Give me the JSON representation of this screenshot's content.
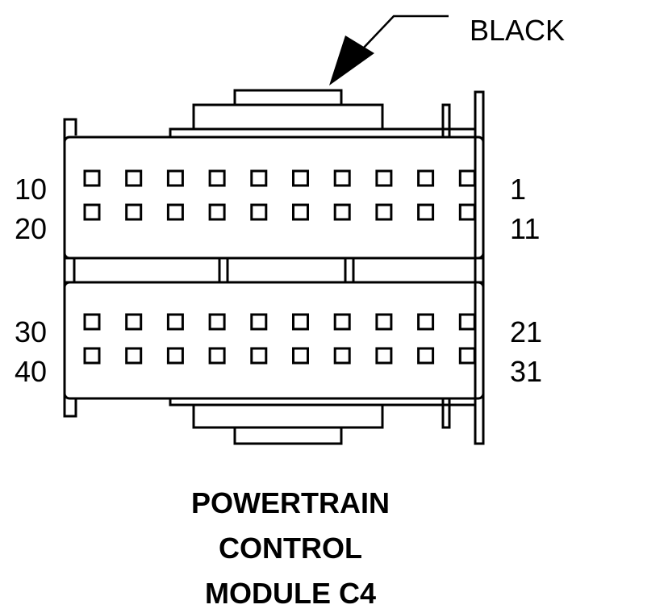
{
  "connector": {
    "color_label": "BLACK",
    "pin_labels": {
      "row1_left": "10",
      "row1_right": "1",
      "row2_left": "20",
      "row2_right": "11",
      "row3_left": "30",
      "row3_right": "21",
      "row4_left": "40",
      "row4_right": "31"
    },
    "pins_per_row": 10,
    "rows": 4
  },
  "caption": {
    "line1": "POWERTRAIN",
    "line2": "CONTROL",
    "line3": "MODULE C4"
  },
  "colors": {
    "ink": "#000000",
    "background": "#ffffff"
  }
}
